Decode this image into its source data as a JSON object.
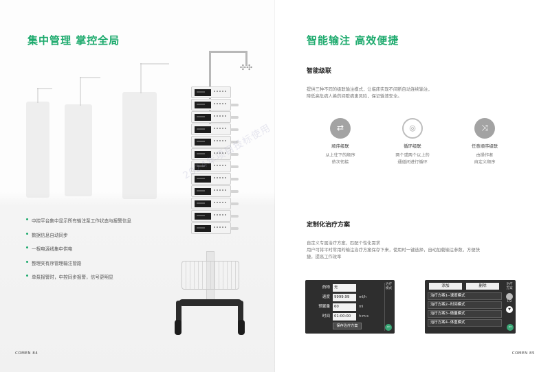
{
  "left_page": {
    "headline": "集中管理  掌控全局",
    "bullets": [
      "中控平台集中显示所有输注泵工作状态与报警信息",
      "数据信息自动同步",
      "一根电源线集中供电",
      "整理夹有序管理输注管路",
      "单泵报警时，中控同步报警，信号更明显"
    ],
    "folio": "COMEN 84"
  },
  "watermark": "2024年项目投标使用",
  "right_page": {
    "headline": "智能输注  高效便捷",
    "cascade": {
      "title": "智能级联",
      "description_lines": [
        "提供三种不同的级联输注模式，让临床实现不间断自动连续输注，",
        "降低高危病人换药间歇病患风险，保证输液安全。"
      ],
      "features": [
        {
          "icon": "sequential-arrows-icon",
          "label": "顺序级联",
          "desc_lines": [
            "从上往下的顺序",
            "依次衔接"
          ]
        },
        {
          "icon": "loop-icon",
          "label": "循环级联",
          "desc_lines": [
            "两个或两个以上的",
            "通道间进行循环"
          ]
        },
        {
          "icon": "shuffle-icon",
          "label": "任意顺序级联",
          "desc_lines": [
            "由操作者",
            "自定义顺序"
          ]
        }
      ]
    },
    "custom": {
      "title": "定制化治疗方案",
      "description_lines": [
        "自定义专属治疗方案，匹配个性化需求",
        "用户可将平时常用的输注治疗方案保存下来，使用时一键选择，自动加载输注参数，方便快",
        "捷，提高工作效率"
      ]
    },
    "panel_a": {
      "rows": [
        {
          "key": "药物",
          "value": "无",
          "unit": ""
        },
        {
          "key": "速度",
          "value": "9999.99",
          "unit": "ml/h"
        },
        {
          "key": "预置量",
          "value": "60",
          "unit": "ml"
        },
        {
          "key": "时间",
          "value": "01:00:00",
          "unit": "h:m:s"
        }
      ],
      "save_button": "保存治疗方案",
      "side_text": [
        "治疗",
        "模式"
      ]
    },
    "panel_b": {
      "add_button": "添加",
      "delete_button": "删除",
      "items": [
        "治疗方案1--速度模式",
        "治疗方案2--时间模式",
        "治疗方案3--微量模式",
        "治疗方案4--体重模式"
      ],
      "side_text": [
        "治疗",
        "方案"
      ],
      "page_indicator": "1/2"
    },
    "folio": "COMEN 85"
  },
  "colors": {
    "accent": "#1daa6d",
    "panel": "#2e2e2e"
  }
}
